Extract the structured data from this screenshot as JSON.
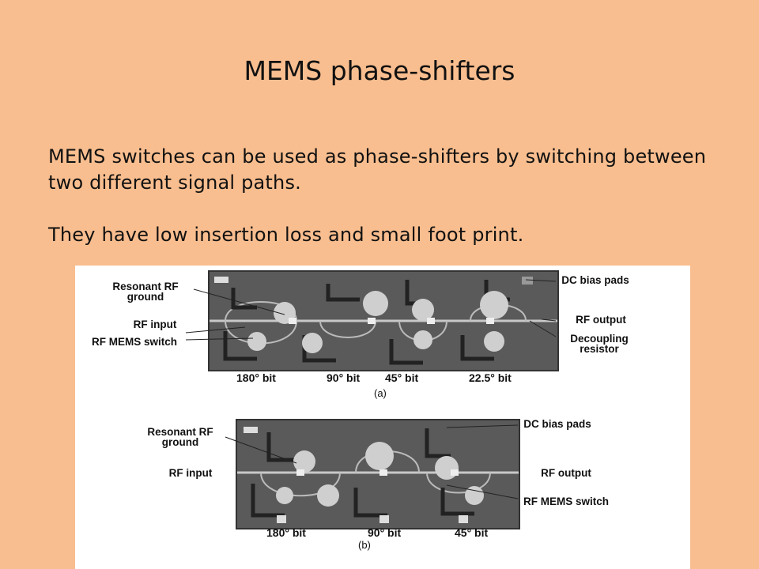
{
  "slide": {
    "title": "MEMS phase-shifters",
    "paragraph1": "MEMS switches can be used as phase-shifters by switching between two different signal paths.",
    "paragraph2": "They have low insertion loss and small foot print."
  },
  "figure_a": {
    "labels": {
      "resonant_rf_ground": "Resonant RF ground",
      "rf_input": "RF input",
      "rf_mems_switch": "RF MEMS switch",
      "dc_bias_pads": "DC bias pads",
      "rf_output": "RF output",
      "decoupling_resistor": "Decoupling resistor"
    },
    "bits": [
      "180° bit",
      "90° bit",
      "45° bit",
      "22.5° bit"
    ],
    "caption": "(a)"
  },
  "figure_b": {
    "labels": {
      "resonant_rf_ground": "Resonant RF ground",
      "rf_input": "RF input",
      "dc_bias_pads": "DC bias pads",
      "rf_output": "RF output",
      "rf_mems_switch": "RF MEMS switch"
    },
    "bits": [
      "180° bit",
      "90° bit",
      "45° bit"
    ],
    "caption": "(b)"
  },
  "colors": {
    "background": "#f9be8f",
    "chip": "#5a5a5a",
    "figure_bg": "#ffffff"
  }
}
